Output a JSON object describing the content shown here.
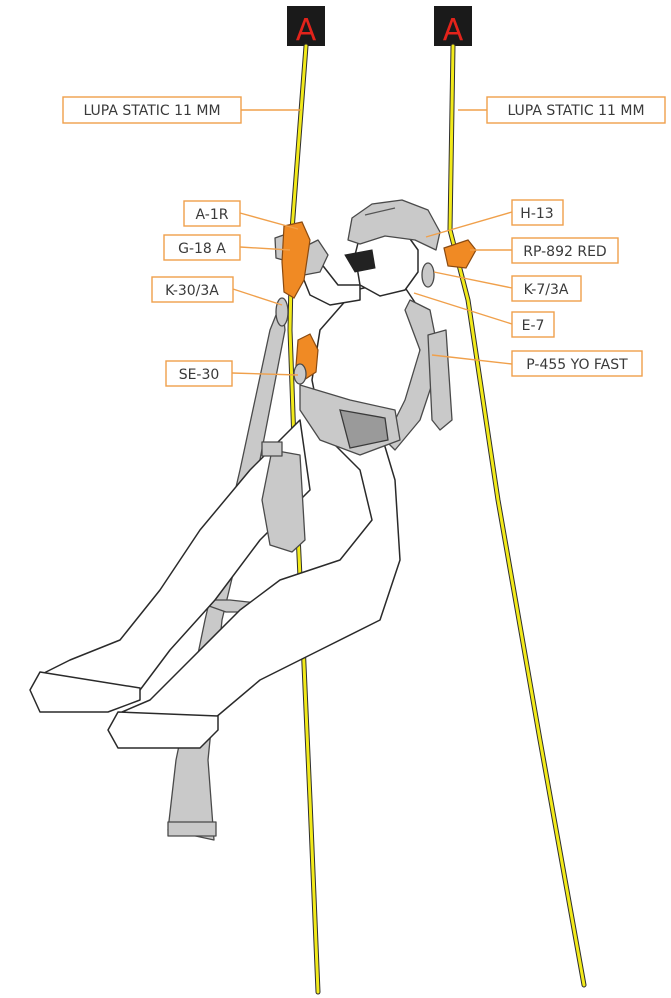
{
  "anchors": {
    "left": "A",
    "right": "A"
  },
  "labels": {
    "rope_left": "LUPA STATIC 11 MM",
    "rope_right": "LUPA STATIC 11 MM",
    "a1r": "A-1R",
    "g18a": "G-18 A",
    "k30": "K-30/3A",
    "se30": "SE-30",
    "h13": "H-13",
    "rp892": "RP-892 RED",
    "k7": "K-7/3A",
    "e7": "E-7",
    "p455": "P-455 YO FAST"
  },
  "colors": {
    "rope": "#f2ea1a",
    "accent": "#f0a04b",
    "device": "#f08a24",
    "anchor_text": "#e3231b",
    "anchor_bg": "#1a1a1a"
  }
}
